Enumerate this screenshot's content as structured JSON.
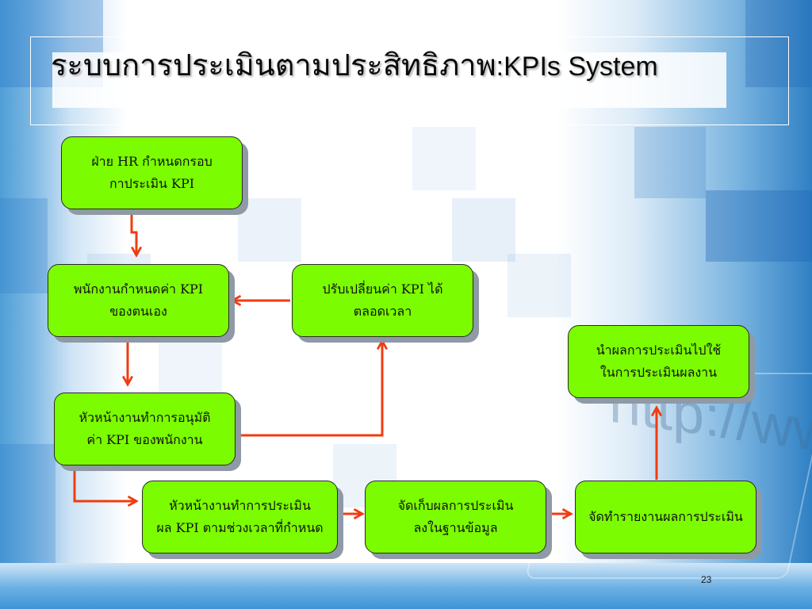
{
  "slide": {
    "title_th": "ระบบการประเมินตามประสิทธิภาพ",
    "title_en": ":KPIs System",
    "page_number": "23",
    "watermark": "http://www"
  },
  "nodes": {
    "hr_define": "ฝ่าย HR กำหนดกรอบ\nกาประเมิน KPI",
    "employee_set": "พนักงานกำหนดค่า KPI\nของตนเอง",
    "adjust_kpi": "ปรับเปลี่ยนค่า KPI ได้\nตลอดเวลา",
    "supervisor_approve": "หัวหน้างานทำการอนุมัติ\nค่า KPI ของพนักงาน",
    "supervisor_evaluate": "หัวหน้างานทำการประเมิน\nผล KPI ตามช่วงเวลาที่กำหนด",
    "store_results": "จัดเก็บผลการประเมิน\nลงในฐานข้อมูล",
    "make_report": "จัดทำรายงานผลการประเมิน",
    "use_results": "นำผลการประเมินไปใช้\nในการประเมินผลงาน"
  },
  "colors": {
    "node_fill": "#7cfc00",
    "arrow": "#f03c10",
    "node_shadow": "#8e9aa6"
  }
}
